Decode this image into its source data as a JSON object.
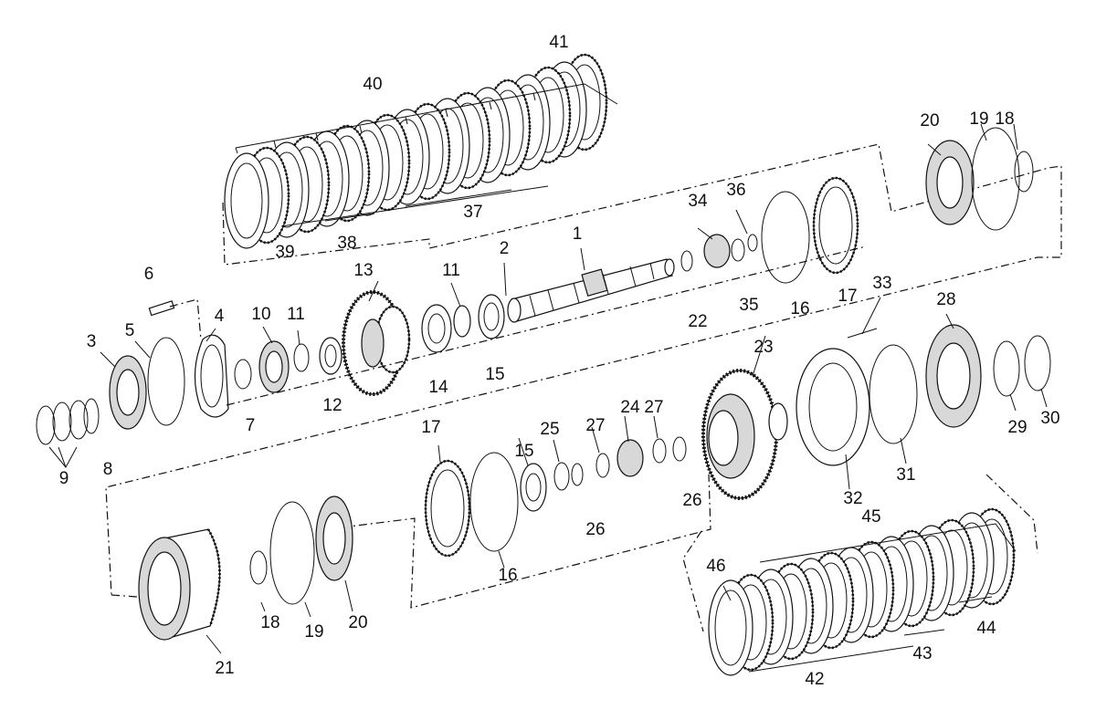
{
  "diagram": {
    "labels": [
      "1",
      "2",
      "3",
      "4",
      "5",
      "6",
      "7",
      "8",
      "9",
      "10",
      "11",
      "11",
      "12",
      "13",
      "14",
      "15",
      "15",
      "16",
      "16",
      "17",
      "17",
      "18",
      "18",
      "19",
      "19",
      "20",
      "20",
      "21",
      "22",
      "23",
      "24",
      "25",
      "26",
      "26",
      "27",
      "27",
      "28",
      "29",
      "30",
      "31",
      "32",
      "33",
      "34",
      "35",
      "36",
      "37",
      "38",
      "39",
      "40",
      "41",
      "42",
      "43",
      "44",
      "45",
      "46"
    ]
  }
}
